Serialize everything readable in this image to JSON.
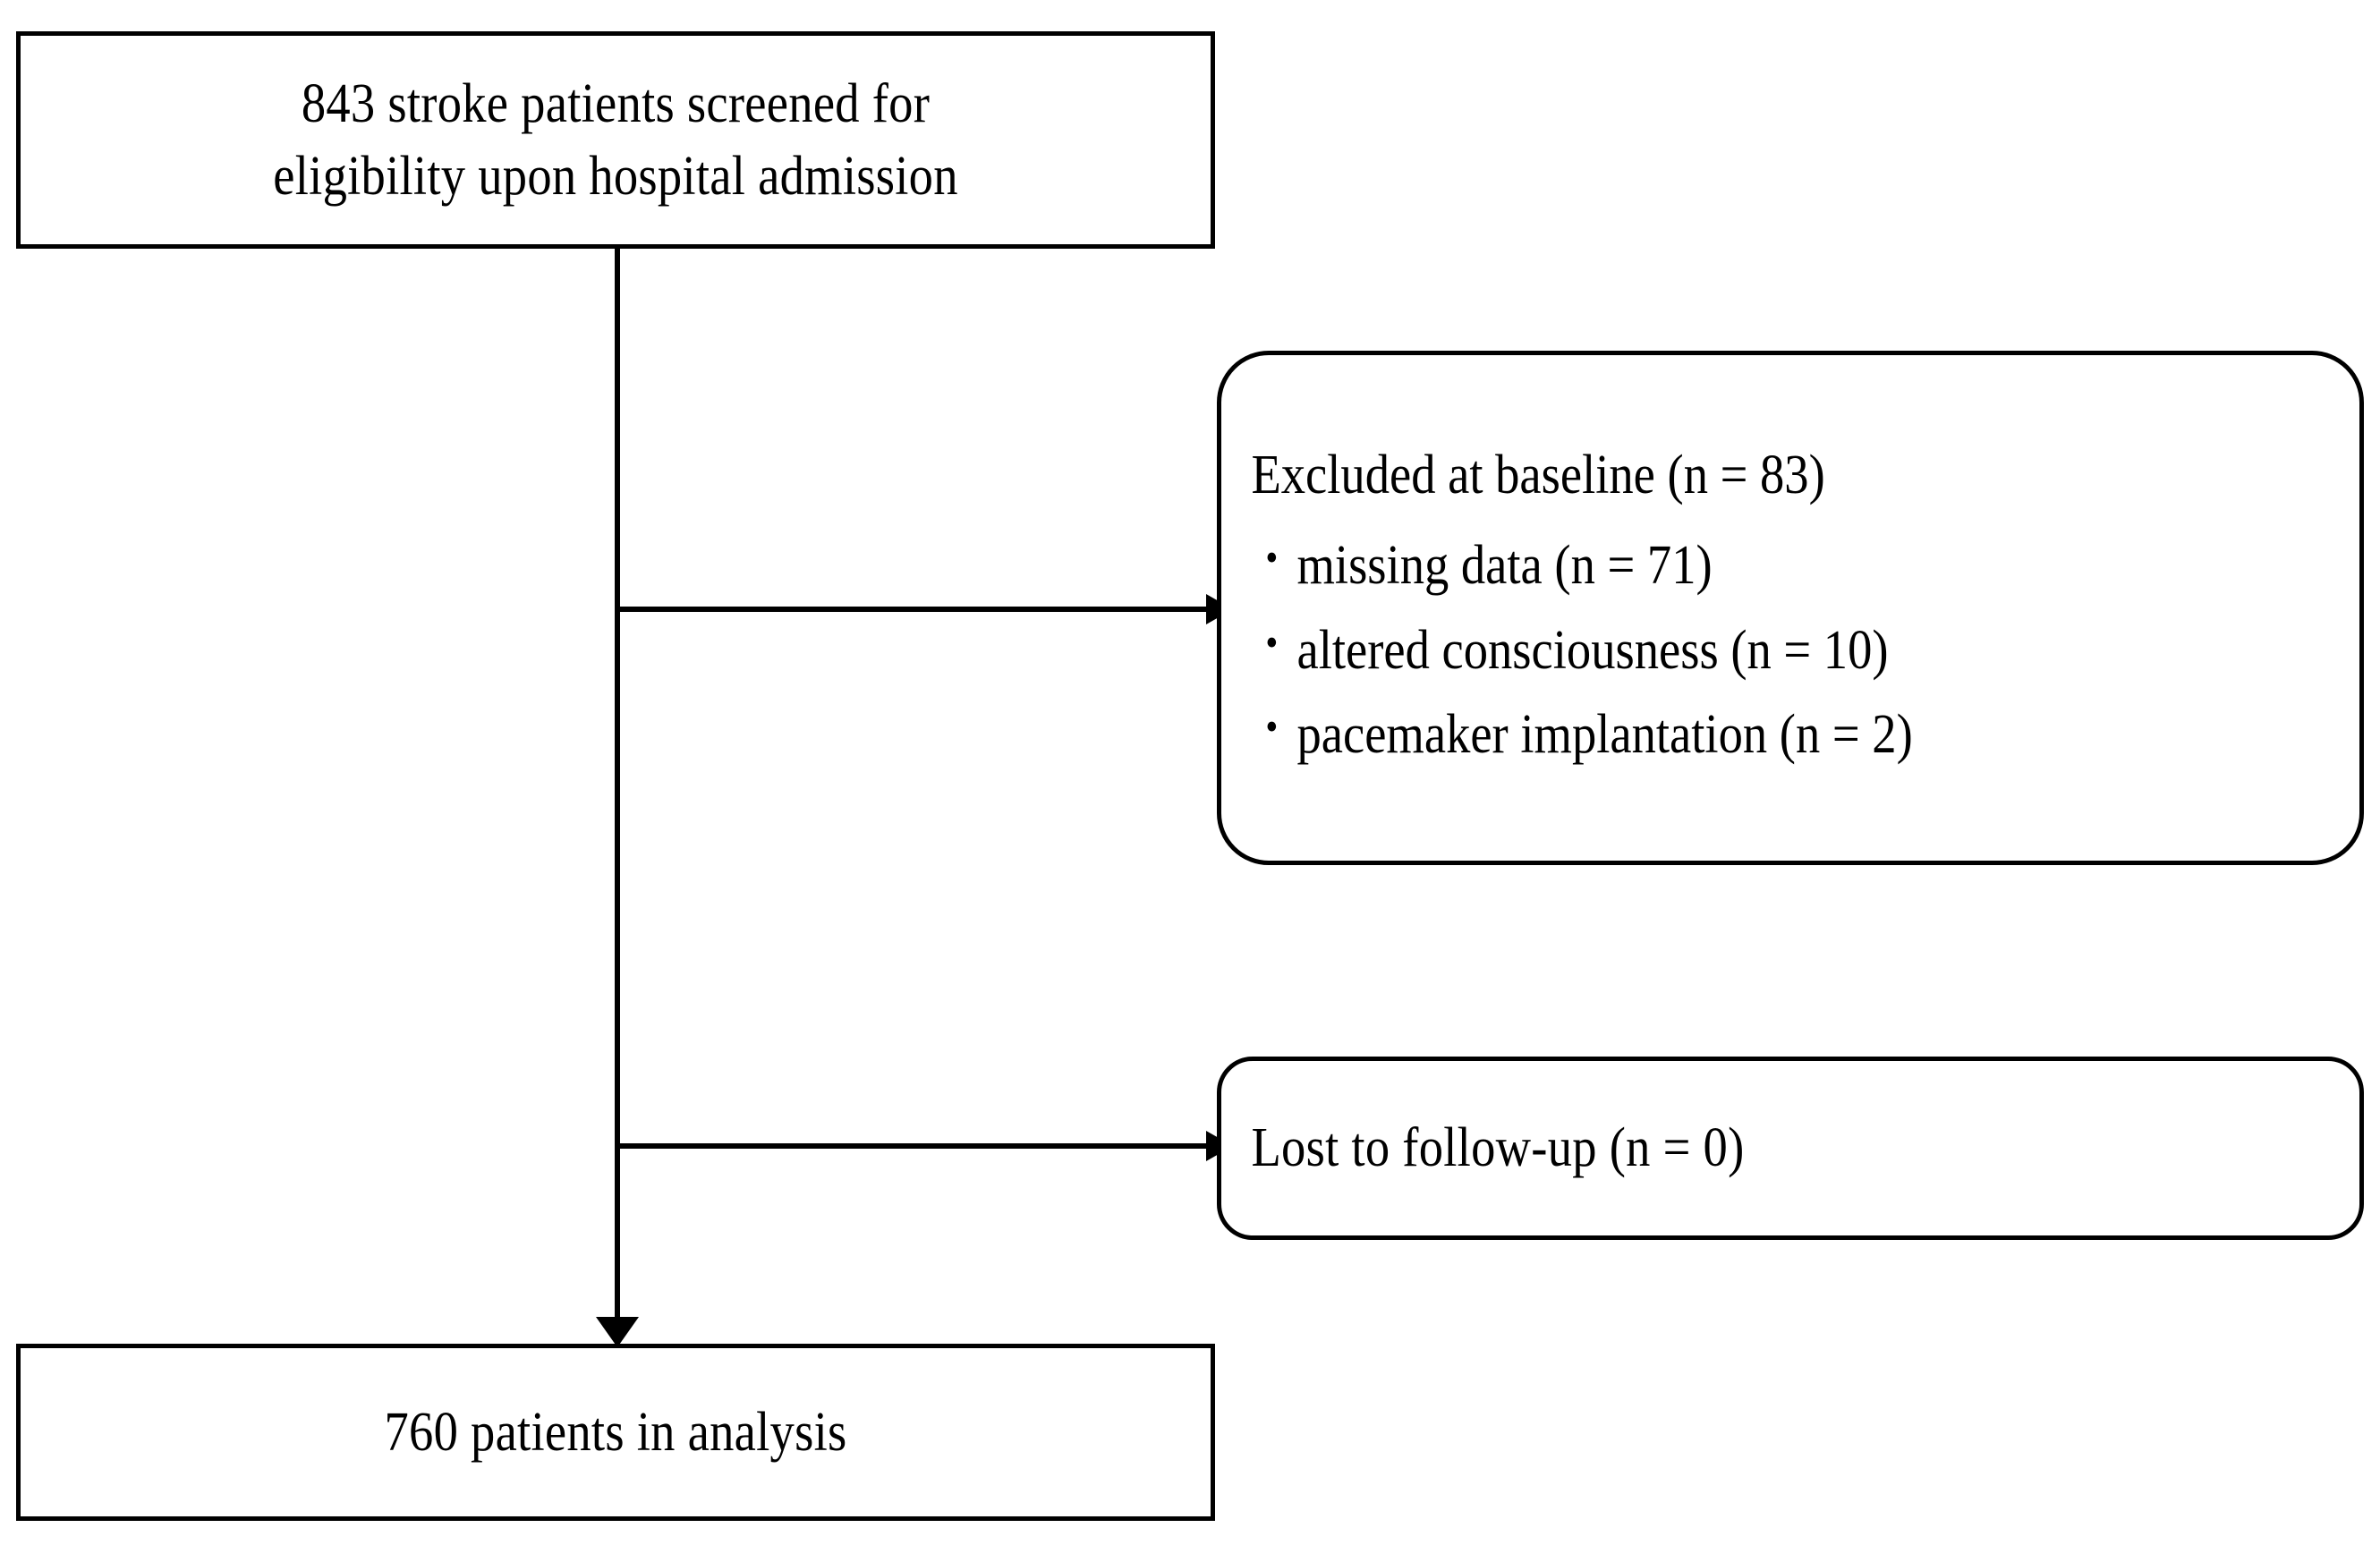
{
  "diagram": {
    "type": "participant-flow-diagram",
    "colors": {
      "stroke": "#000000",
      "background": "#ffffff",
      "text": "#000000"
    },
    "nodes": {
      "screened": {
        "shape": "rectangle",
        "text": "843 stroke patients screened for\neligibility upon hospital admission",
        "count": 843
      },
      "excluded": {
        "shape": "rounded-rectangle",
        "title": "Excluded at baseline (n = 83)",
        "count": 83,
        "bullet_glyph": "•",
        "reasons": [
          {
            "label": "missing data (n = 71)",
            "count": 71
          },
          {
            "label": "altered consciousness (n = 10)",
            "count": 10
          },
          {
            "label": "pacemaker implantation (n = 2)",
            "count": 2
          }
        ]
      },
      "lost": {
        "shape": "rounded-rectangle",
        "text": "Lost to follow-up (n = 0)",
        "count": 0
      },
      "analysis": {
        "shape": "rectangle",
        "text": "760 patients in analysis",
        "count": 760
      }
    },
    "edges": [
      {
        "from": "screened",
        "to": "excluded",
        "style": "orthogonal-arrow"
      },
      {
        "from": "screened",
        "to": "lost",
        "style": "orthogonal-arrow"
      },
      {
        "from": "screened",
        "to": "analysis",
        "style": "vertical-arrow"
      }
    ]
  }
}
